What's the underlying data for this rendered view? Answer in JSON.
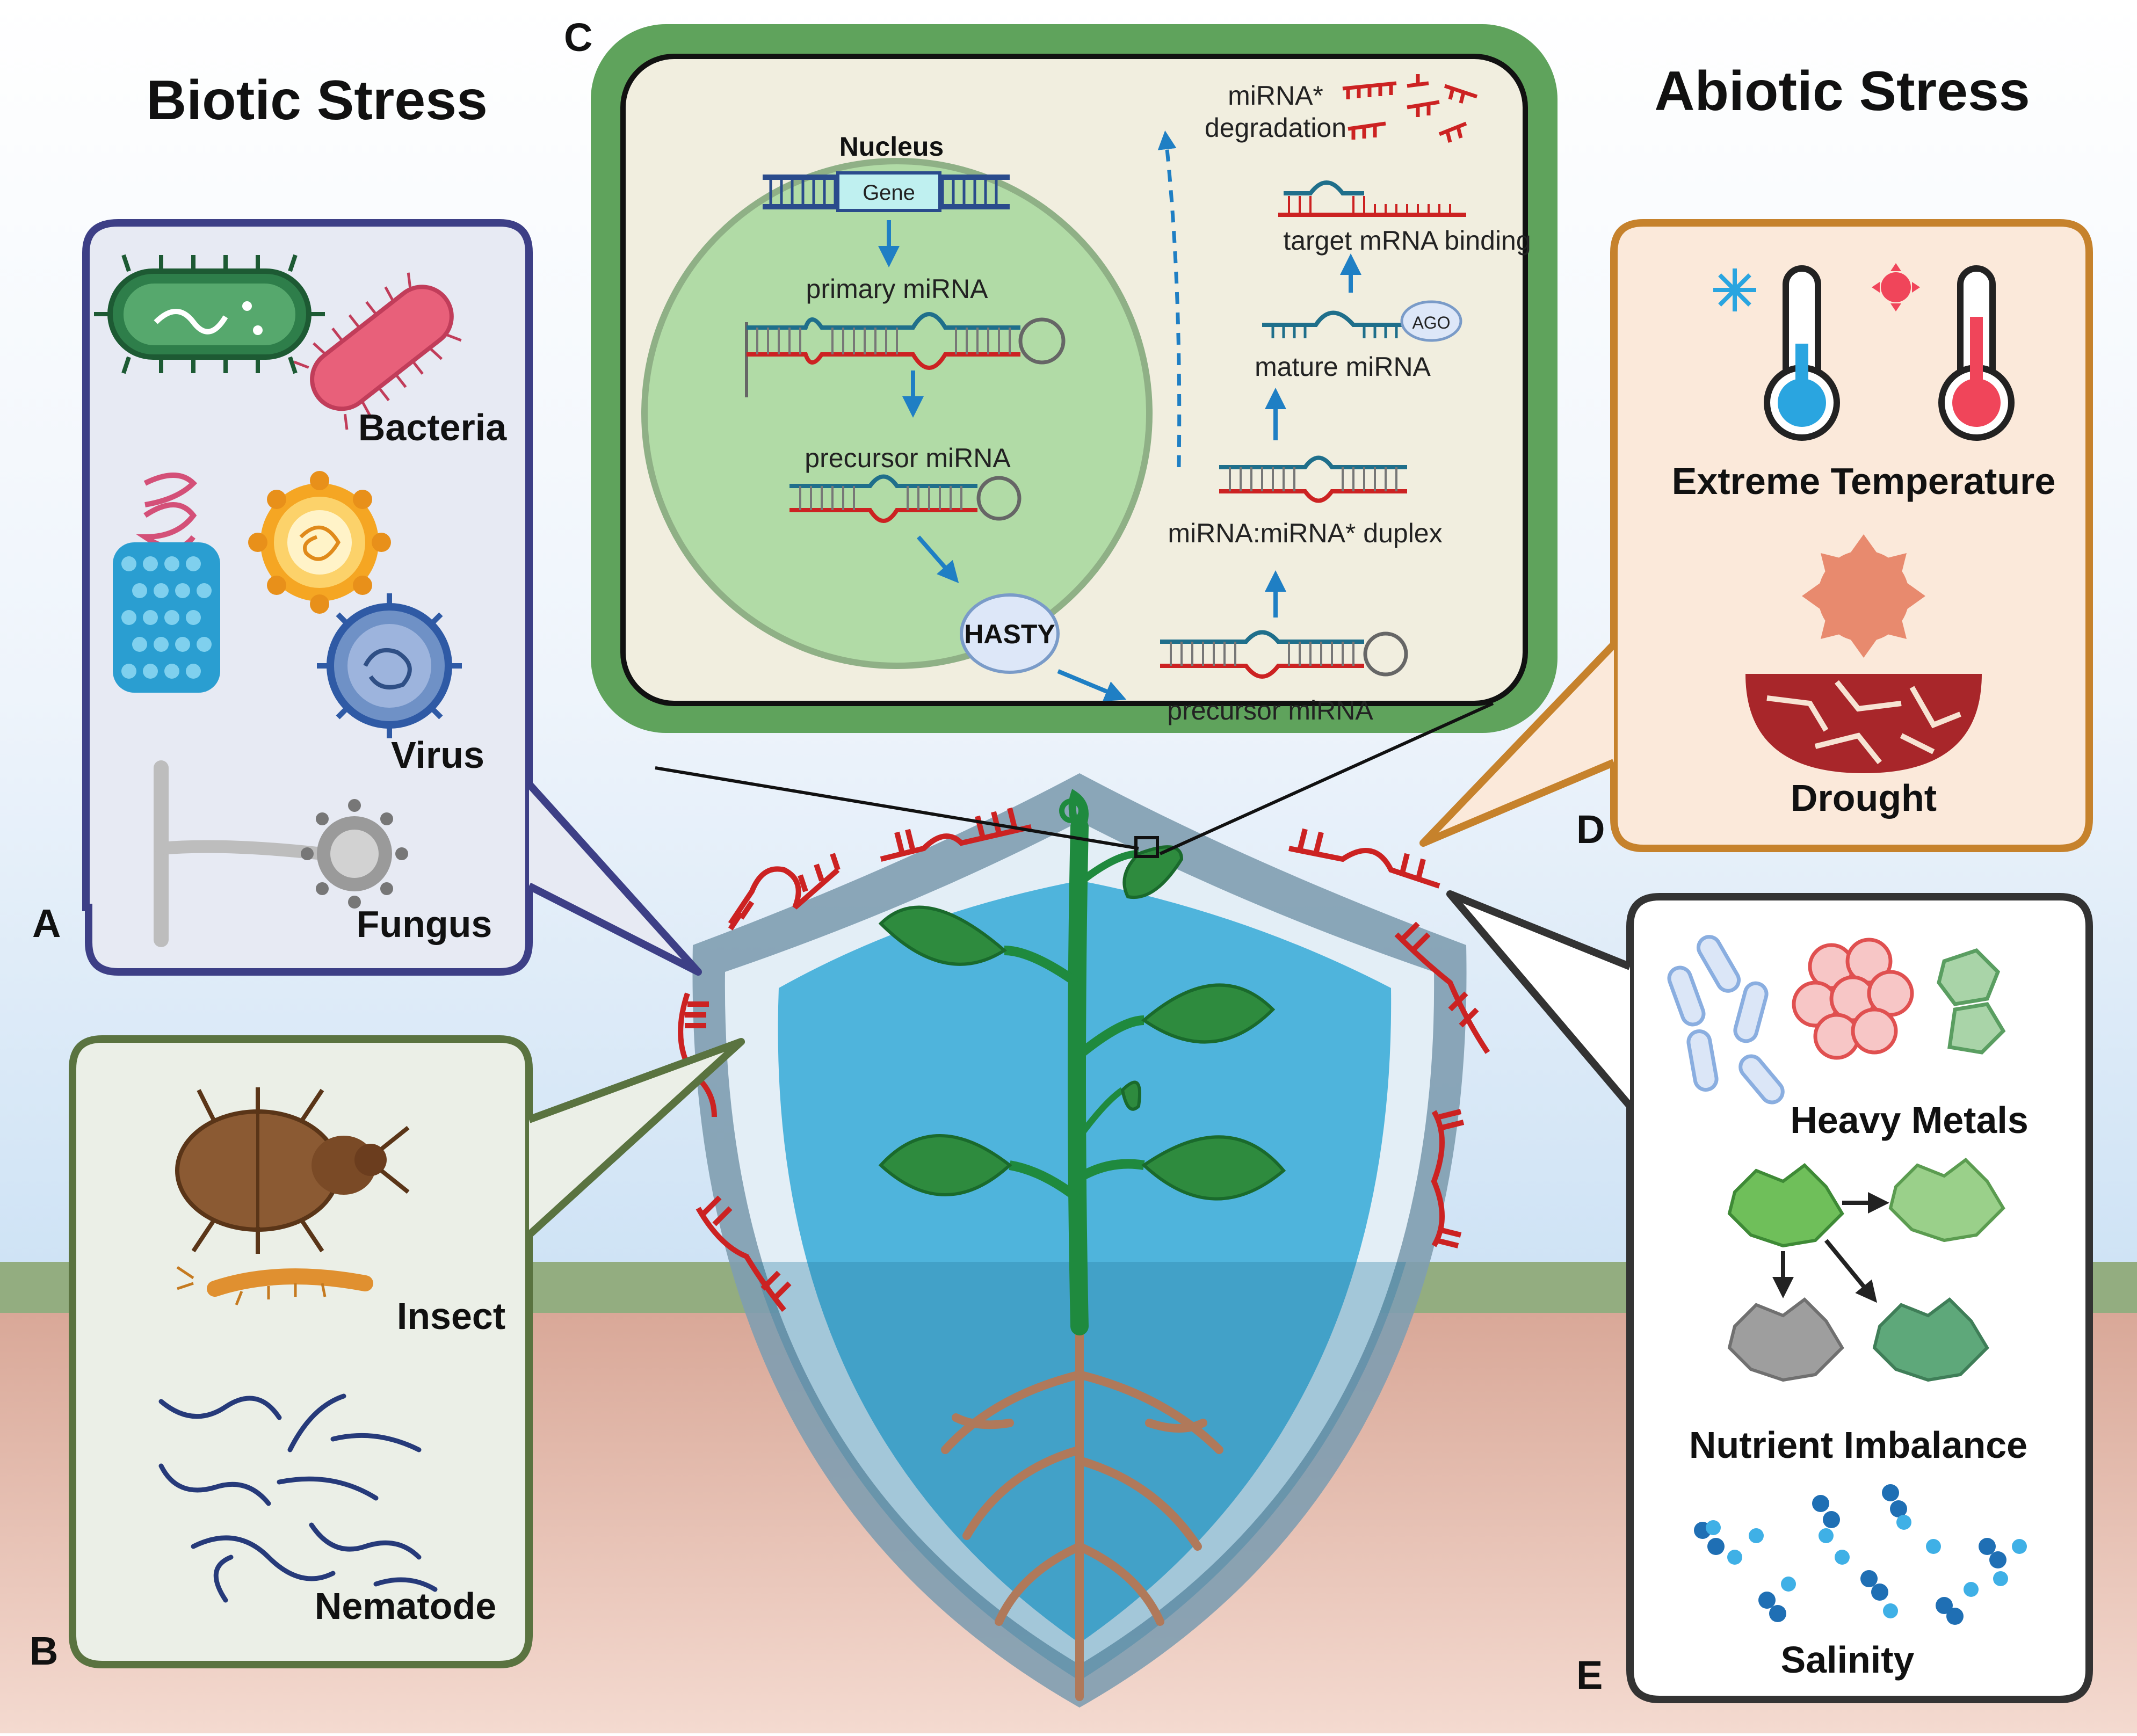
{
  "titles": {
    "biotic": "Biotic Stress",
    "abiotic": "Abiotic Stress"
  },
  "panel_letters": {
    "a": "A",
    "b": "B",
    "c": "C",
    "d": "D",
    "e": "E"
  },
  "biotic": {
    "bacteria": "Bacteria",
    "virus": "Virus",
    "fungus": "Fungus",
    "insect": "Insect",
    "nematode": "Nematode"
  },
  "abiotic": {
    "extreme_temperature": "Extreme Temperature",
    "drought": "Drought",
    "heavy_metals": "Heavy Metals",
    "nutrient_imbalance": "Nutrient Imbalance",
    "salinity": "Salinity"
  },
  "mirna_pathway": {
    "nucleus": "Nucleus",
    "gene": "Gene",
    "primary_mirna": "primary miRNA",
    "precursor_mirna_nuclear": "precursor miRNA",
    "hasty": "HASTY",
    "precursor_mirna_cytoplasm": "precursor miRNA",
    "duplex": "miRNA:miRNA* duplex",
    "mature_mirna": "mature miRNA",
    "ago": "AGO",
    "target_binding": "target mRNA binding",
    "degradation_line1": "miRNA*",
    "degradation_line2": "degradation"
  },
  "colors": {
    "panel_a_border": "#3d3f86",
    "panel_b_border": "#5a7340",
    "panel_c_border": "#5fa35c",
    "panel_d_border": "#c6822c",
    "panel_e_border": "#333333",
    "mirna_red": "#cc2222",
    "arrow_blue": "#1f7fc4",
    "shield": "#6e8ea3",
    "plant_green": "#1f8a3e",
    "root_brown": "#b0795a"
  }
}
